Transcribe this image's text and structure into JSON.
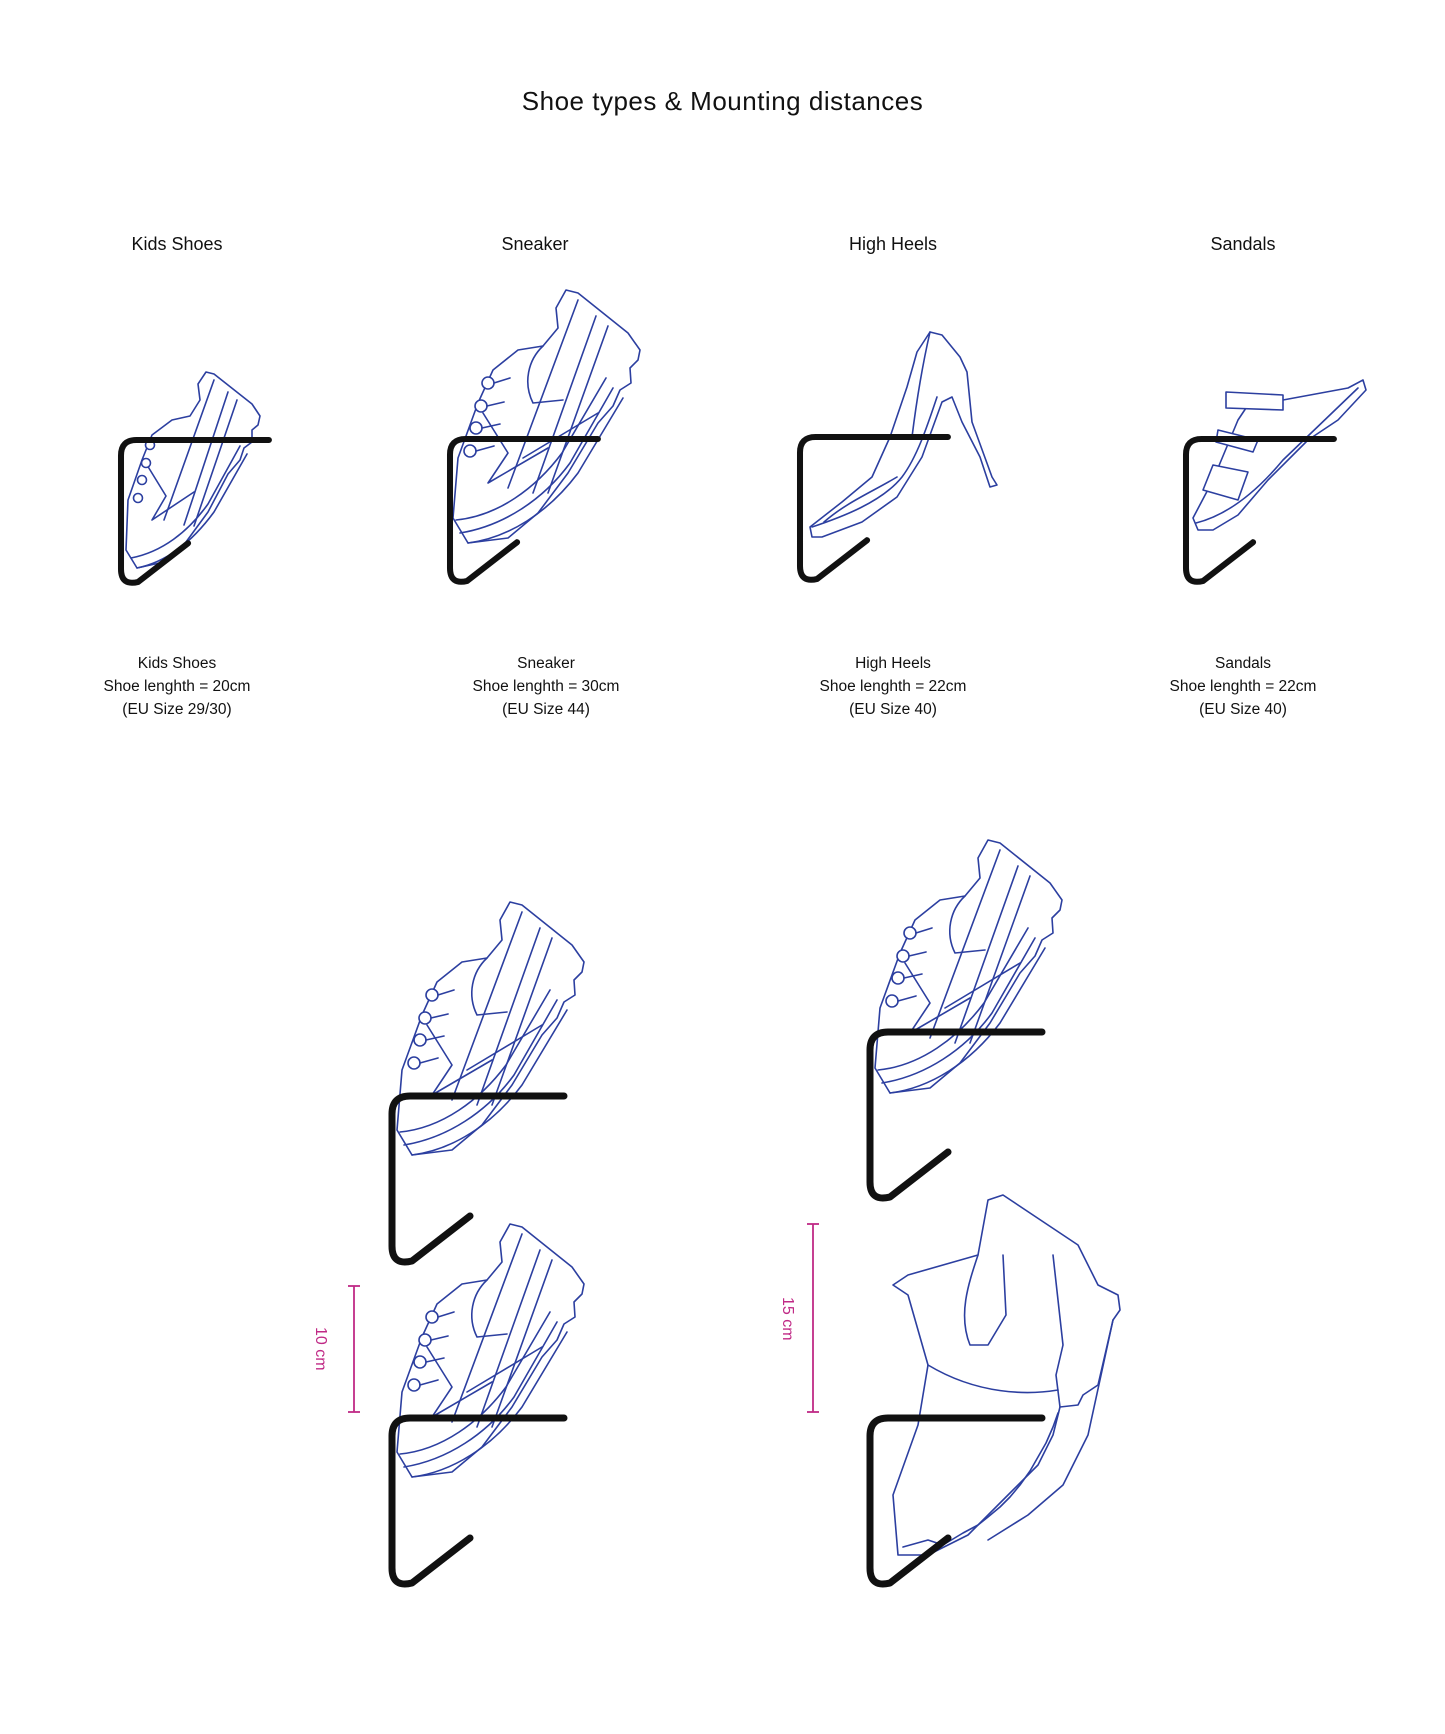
{
  "title": "Shoe types & Mounting distances",
  "columns": [
    {
      "heading": "Kids Shoes",
      "name": "Kids Shoes",
      "length": "Shoe lenghth = 20cm",
      "size": "(EU Size 29/30)"
    },
    {
      "heading": "Sneaker",
      "name": "Sneaker",
      "length": "Shoe lenghth = 30cm",
      "size": "(EU Size 44)"
    },
    {
      "heading": "High Heels",
      "name": "High Heels",
      "length": "Shoe lenghth = 22cm",
      "size": "(EU Size 40)"
    },
    {
      "heading": "Sandals",
      "name": "Sandals",
      "length": "Shoe lenghth = 22cm",
      "size": "(EU Size 40)"
    }
  ],
  "distances": [
    {
      "label": "10 cm"
    },
    {
      "label": "15 cm"
    }
  ],
  "colors": {
    "shoe_outline": "#2c3fa0",
    "mount": "#111111",
    "dimension": "#c02a86"
  }
}
